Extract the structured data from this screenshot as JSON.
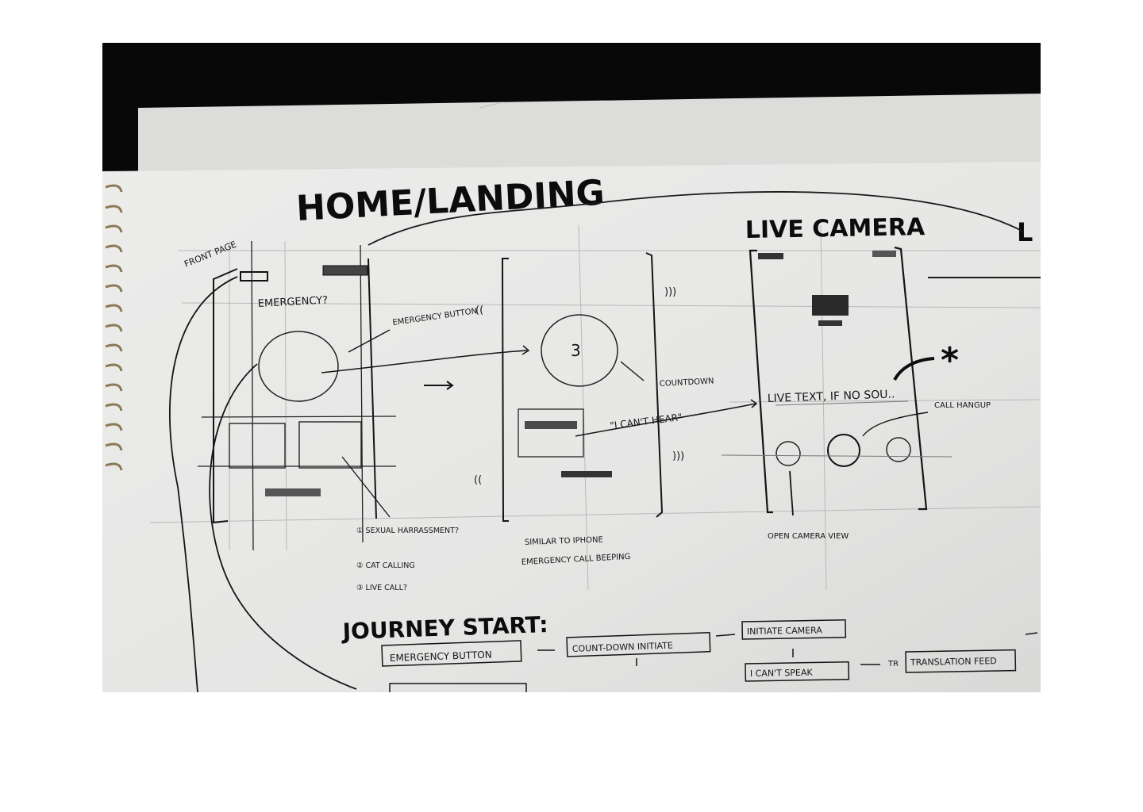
{
  "photo": {
    "headings": {
      "home_landing": "HOME/LANDING",
      "live_camera": "LIVE CAMERA",
      "partial_right": "L",
      "journey_start": "JOURNEY START:"
    },
    "home_screen": {
      "front_page": "FRONT PAGE",
      "emergency_question": "EMERGENCY?",
      "emergency_button_note": "EMERGENCY BUTTON",
      "options": [
        "① SEXUAL HARRASSMENT?",
        "② CAT CALLING",
        "③ LIVE CALL?"
      ]
    },
    "countdown_screen": {
      "countdown_digit": "3",
      "countdown_note": "COUNTDOWN",
      "quote": "\"I CAN'T HEAR\"",
      "similar_note_line1": "SIMILAR TO IPHONE",
      "similar_note_line2": "EMERGENCY CALL BEEPING"
    },
    "camera_screen": {
      "live_text": "LIVE TEXT, IF NO SOU..",
      "call_hangup": "CALL HANGUP",
      "open_camera_view": "OPEN CAMERA VIEW",
      "star": "*"
    },
    "journey": {
      "emergency_button": "EMERGENCY BUTTON",
      "countdown_initiate": "COUNT-DOWN INITIATE",
      "initiate_camera": "INITIATE CAMERA",
      "i_cant_speak": "I CAN'T SPEAK",
      "translation_feed": "TRANSLATION FEED",
      "partial_tr": "TR"
    },
    "colors": {
      "ink": "#161616",
      "paper": "#e9e9e8",
      "paper_back": "#dededd",
      "background": "#080808",
      "spiral": "#8a7a55"
    }
  }
}
